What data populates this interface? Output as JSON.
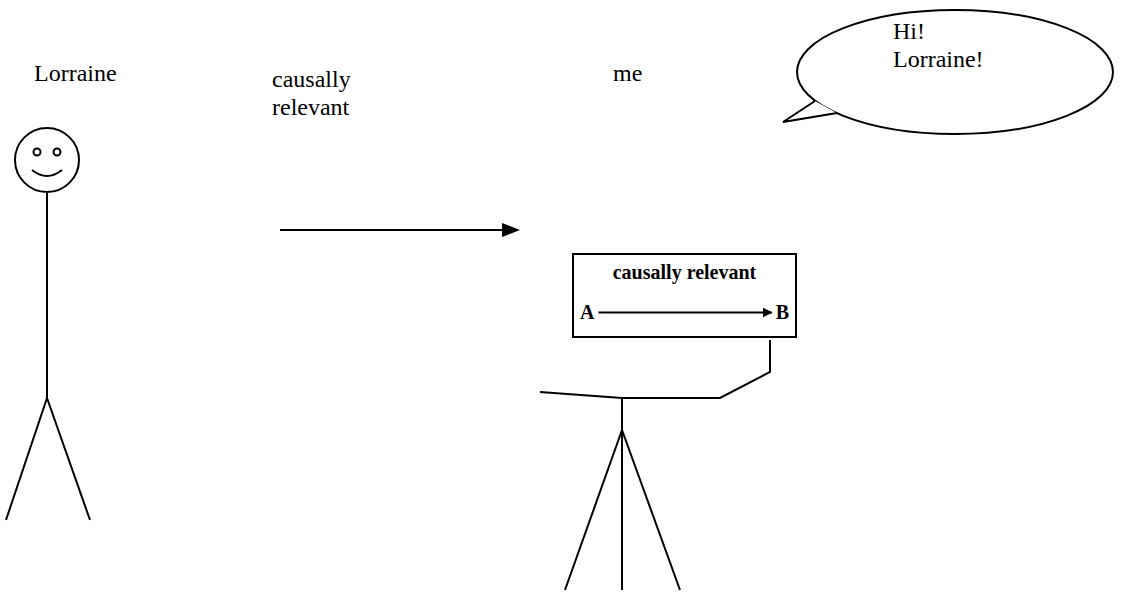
{
  "diagram": {
    "nodes": [
      {
        "text": [
          "causally relevant"
        ]
      },
      {
        "text": [
          "A"
        ],
        "in": 0
      },
      {
        "text": [
          "B"
        ],
        "in": 0
      },
      {
        "text": [
          "Hi! Lorraine!"
        ]
      }
    ],
    "edges": [
      {
        "from": 1,
        "to": 2,
        "arrow": "to"
      }
    ],
    "labels": [
      "Lorraine",
      "causally relevant",
      "me"
    ]
  }
}
